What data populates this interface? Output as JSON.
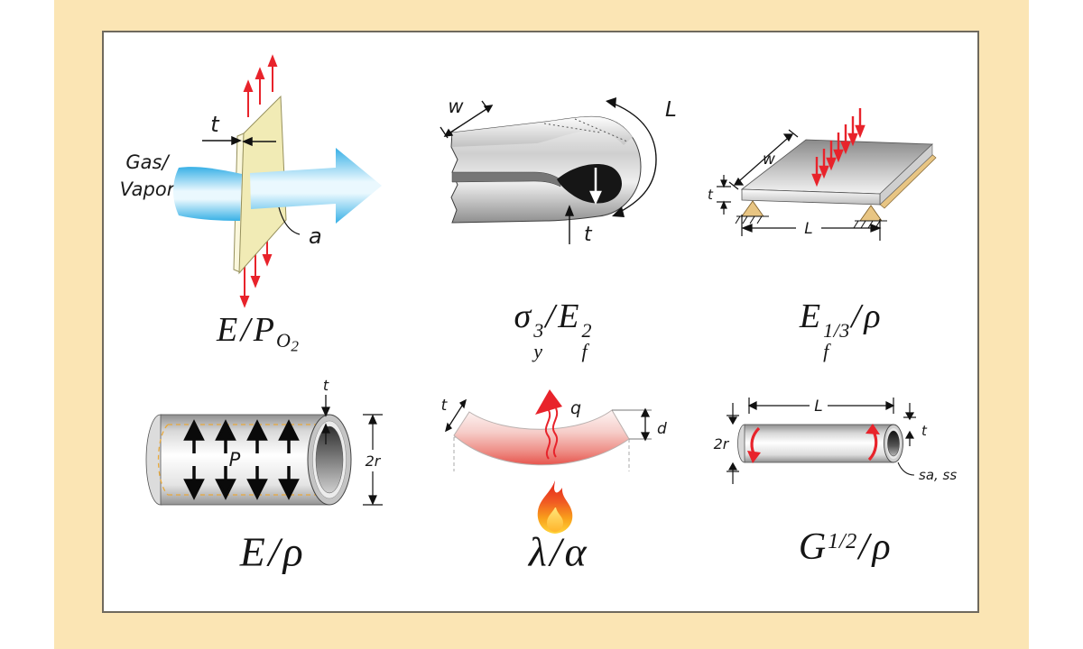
{
  "figure": {
    "mat_color": "#FBE5B4",
    "panel_border_color": "#6F695D",
    "panel_bg": "#FFFFFF"
  },
  "colors": {
    "red": "#E8232B",
    "blue": "#45BBEC",
    "membrane_yellow": "#F1EBB5",
    "membrane_edge": "#FAF7DC",
    "support_tan": "#E8C583",
    "metal_gray": "#C9C9C9",
    "hot_red": "#E7554E",
    "flame_orange": "#F47A1F",
    "dash_yellow": "#E8A93C"
  },
  "panels": [
    {
      "name": "gas-permeation-membrane",
      "labels": {
        "t": "t",
        "gas1": "Gas/",
        "gas2": "Vapor",
        "a": "a"
      },
      "formula": [
        {
          "base": "E"
        },
        {
          "base": "/"
        },
        {
          "base": "P",
          "sub": "O",
          "subsub": "2"
        }
      ]
    },
    {
      "name": "elastic-hinge",
      "labels": {
        "w": "w",
        "L": "L",
        "t": "t"
      },
      "formula": [
        {
          "base": "σ",
          "sup": "3",
          "sub": "y"
        },
        {
          "base": "/"
        },
        {
          "base": "E",
          "sup": "2",
          "sub": "f"
        }
      ]
    },
    {
      "name": "stiff-light-panel",
      "labels": {
        "w": "w",
        "t": "t",
        "L": "L"
      },
      "formula": [
        {
          "base": "E",
          "sup": "1/3",
          "sub": "f"
        },
        {
          "base": "/"
        },
        {
          "base": "ρ"
        }
      ]
    },
    {
      "name": "pressure-vessel",
      "labels": {
        "t": "t",
        "P": "P",
        "two_r": "2r"
      },
      "formula": [
        {
          "base": "E"
        },
        {
          "base": "/"
        },
        {
          "base": "ρ"
        }
      ]
    },
    {
      "name": "thermal-distortion-plate",
      "labels": {
        "t": "t",
        "q": "q",
        "d": "d"
      },
      "formula": [
        {
          "base": "λ"
        },
        {
          "base": "/"
        },
        {
          "base": "α"
        }
      ]
    },
    {
      "name": "torsion-tube",
      "labels": {
        "L": "L",
        "two_r": "2r",
        "t": "t",
        "sa_ss": "sa, ss"
      },
      "formula": [
        {
          "base": "G",
          "sup": "1/2"
        },
        {
          "base": "/"
        },
        {
          "base": "ρ"
        }
      ]
    }
  ]
}
